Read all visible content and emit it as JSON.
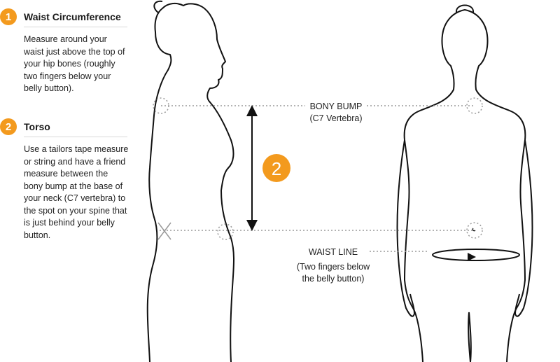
{
  "steps": [
    {
      "number": "1",
      "title": "Waist Circumference",
      "text": "Measure around your waist just above the top of your hip bones (roughly two fingers below your belly button)."
    },
    {
      "number": "2",
      "title": "Torso",
      "text": "Use a tailors tape measure or string and have a friend measure between the bony bump at the base of your neck (C7 vertebra) to the spot on your spine that is just behind your belly button."
    }
  ],
  "diagram": {
    "marker_number": "2",
    "bony_bump_label": "BONY BUMP",
    "bony_bump_sub": "(C7 Vertebra)",
    "waist_line_label": "WAIST LINE",
    "waist_line_sub_1": "(Two fingers below",
    "waist_line_sub_2": "the belly button)"
  },
  "colors": {
    "accent": "#F39A1E",
    "outline": "#111111",
    "dotted": "#9a9a9a"
  }
}
